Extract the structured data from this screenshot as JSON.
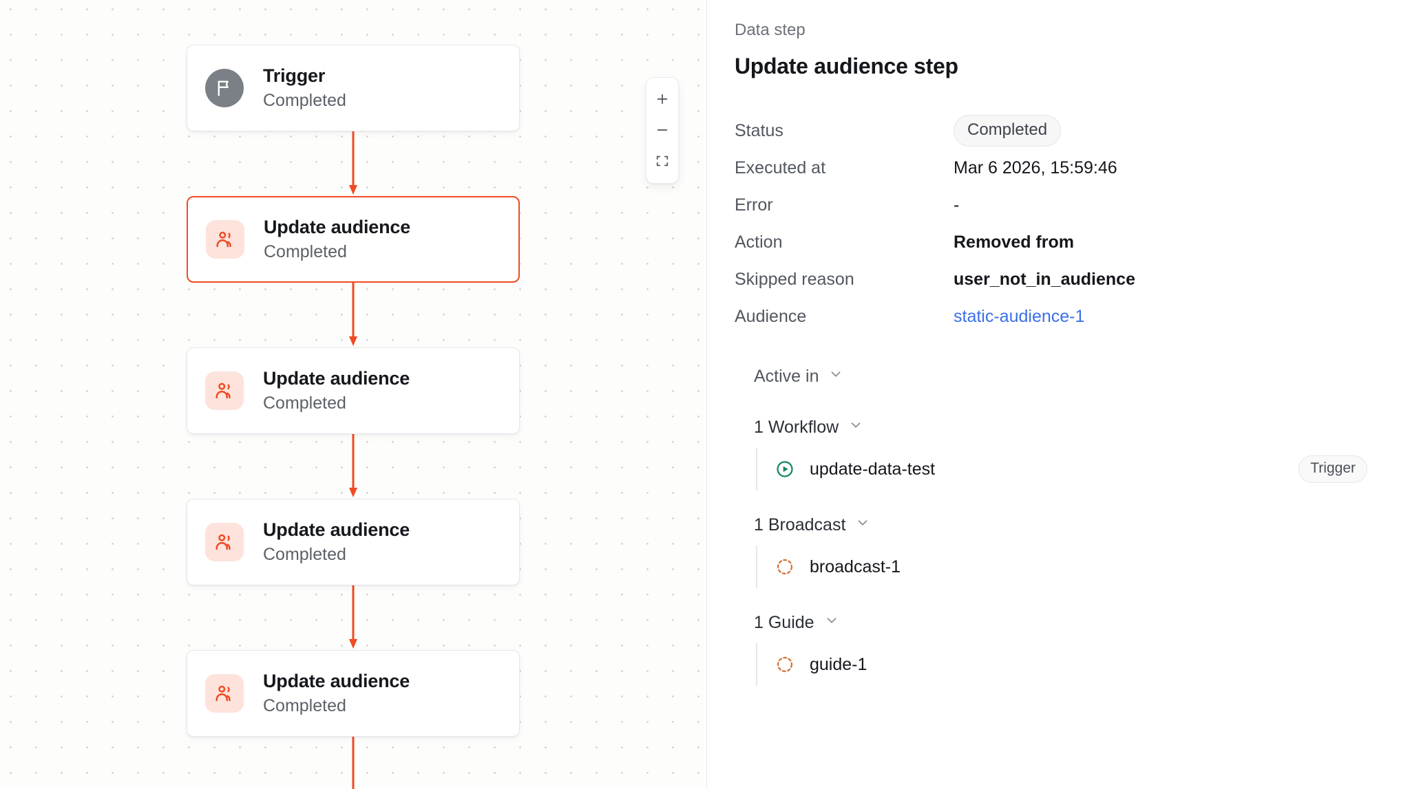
{
  "canvas": {
    "zoom_controls": {
      "zoom_in_label": "+",
      "zoom_out_label": "−",
      "fit_view_label": "fit-view"
    },
    "nodes": [
      {
        "title": "Trigger",
        "status": "Completed",
        "icon": "flag-icon",
        "selected": false
      },
      {
        "title": "Update audience",
        "status": "Completed",
        "icon": "users-icon",
        "selected": true
      },
      {
        "title": "Update audience",
        "status": "Completed",
        "icon": "users-icon",
        "selected": false
      },
      {
        "title": "Update audience",
        "status": "Completed",
        "icon": "users-icon",
        "selected": false
      },
      {
        "title": "Update audience",
        "status": "Completed",
        "icon": "users-icon",
        "selected": false
      }
    ]
  },
  "panel": {
    "kicker": "Data step",
    "title": "Update audience step",
    "fields": [
      {
        "label": "Status",
        "value": "Completed",
        "kind": "badge"
      },
      {
        "label": "Executed at",
        "value": "Mar 6 2026, 15:59:46",
        "kind": "text"
      },
      {
        "label": "Error",
        "value": "-",
        "kind": "text"
      },
      {
        "label": "Action",
        "value": "Removed from",
        "kind": "text"
      },
      {
        "label": "Skipped reason",
        "value": "user_not_in_audience",
        "kind": "text"
      },
      {
        "label": "Audience",
        "value": "static-audience-1",
        "kind": "link"
      }
    ],
    "active_in": {
      "heading": "Active in",
      "groups": [
        {
          "heading": "1 Workflow",
          "items": [
            {
              "name": "update-data-test",
              "icon": "play-circle-icon",
              "tag": "Trigger"
            }
          ]
        },
        {
          "heading": "1 Broadcast",
          "items": [
            {
              "name": "broadcast-1",
              "icon": "dashed-circle-icon",
              "tag": ""
            }
          ]
        },
        {
          "heading": "1 Guide",
          "items": [
            {
              "name": "guide-1",
              "icon": "dashed-circle-icon",
              "tag": ""
            }
          ]
        }
      ]
    }
  },
  "colors": {
    "accent": "#f04a23",
    "link": "#3b6fe8",
    "workflow_icon": "#12875a",
    "entity_icon": "#d4763a",
    "trigger_icon_bg": "#7b8086",
    "audience_icon_bg": "#fde3dc"
  }
}
